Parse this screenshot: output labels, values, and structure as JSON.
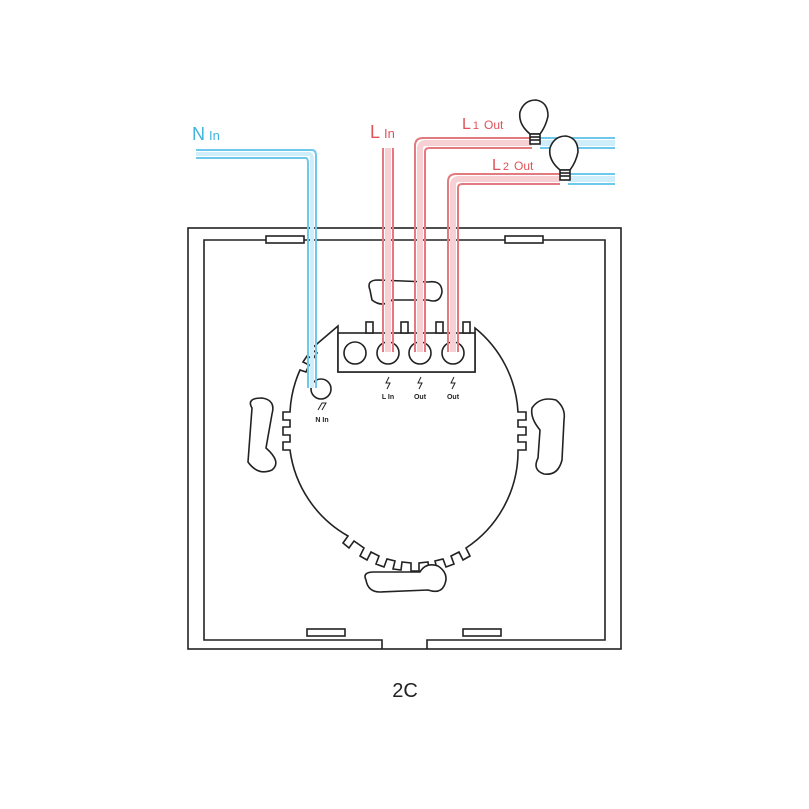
{
  "wires": {
    "neutral_in": {
      "main": "N",
      "sub": "In",
      "color": "#3fb4e0"
    },
    "live_in": {
      "main": "L",
      "sub": "In",
      "color": "#e0525a"
    },
    "l1_out": {
      "main": "L",
      "digit": "1",
      "sub": "Out",
      "color": "#e0525a"
    },
    "l2_out": {
      "main": "L",
      "digit": "2",
      "sub": "Out",
      "color": "#e0525a"
    }
  },
  "terminals": {
    "n_in": "N In",
    "l_in": "L In",
    "out1": "Out",
    "out2": "Out"
  },
  "icons": [
    "bulb-icon",
    "neutral-symbol-icon",
    "live-symbol-icon"
  ],
  "caption": "2C"
}
